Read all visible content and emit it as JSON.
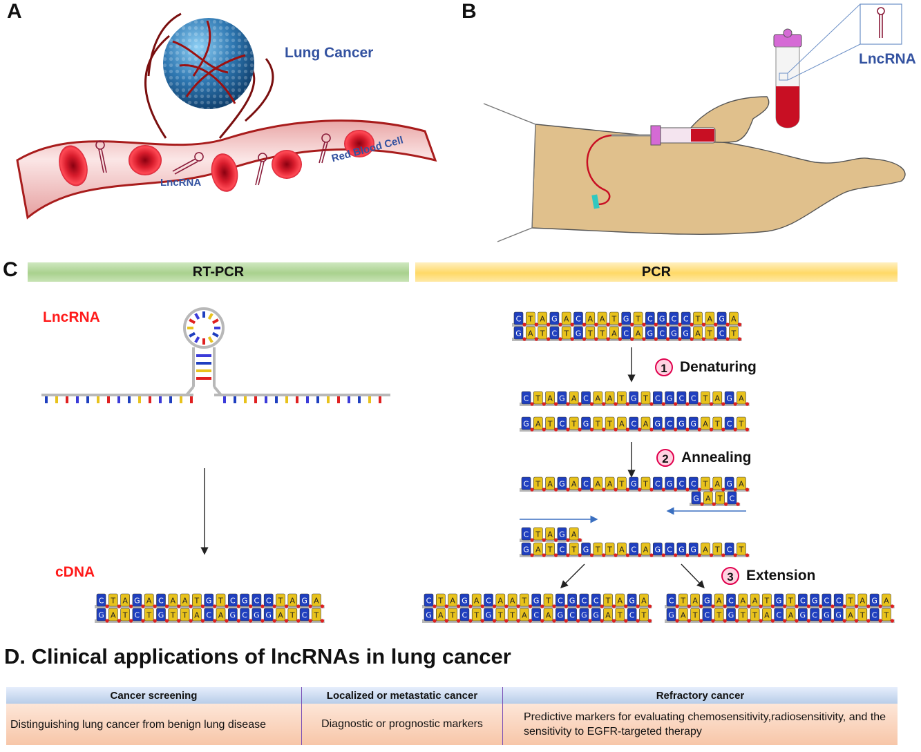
{
  "panels": {
    "a": {
      "letter": "A",
      "lung_cancer_label": "Lung Cancer",
      "lncrna_label": "LncRNA",
      "rbc_label": "Red Blood Cell"
    },
    "b": {
      "letter": "B",
      "lncrna_label": "LncRNA"
    },
    "c": {
      "letter": "C",
      "rt_pcr_label": "RT-PCR",
      "pcr_label": "PCR",
      "lncrna_label": "LncRNA",
      "cdna_label": "cDNA",
      "steps": [
        {
          "num": "1",
          "label": "Denaturing"
        },
        {
          "num": "2",
          "label": "Annealing"
        },
        {
          "num": "3",
          "label": "Extension"
        }
      ],
      "top_strand": [
        "C",
        "T",
        "A",
        "G",
        "A",
        "C",
        "A",
        "A",
        "T",
        "G",
        "T",
        "C",
        "G",
        "C",
        "C",
        "T",
        "A",
        "G",
        "A"
      ],
      "bottom_strand": [
        "G",
        "A",
        "T",
        "C",
        "T",
        "G",
        "T",
        "T",
        "A",
        "C",
        "A",
        "G",
        "C",
        "G",
        "G",
        "A",
        "T",
        "C",
        "T"
      ],
      "primer_right": [
        "G",
        "A",
        "T",
        "C"
      ],
      "primer_left": [
        "C",
        "T",
        "A",
        "G",
        "A"
      ]
    },
    "d": {
      "title": "D. Clinical applications of lncRNAs in lung cancer",
      "headers": [
        "Cancer screening",
        "Localized or metastatic cancer",
        "Refractory cancer"
      ],
      "cells": [
        "Distinguishing lung cancer from benign lung disease",
        "Diagnostic or prognostic markers",
        "Predictive markers for evaluating chemosensitivity,radiosensitivity, and the sensitivity to EGFR-targeted therapy"
      ]
    }
  },
  "colors": {
    "base_blue": "#1f3fbf",
    "base_yellow": "#e8c21c",
    "base_red": "#e02020",
    "backbone": "#b8b8b8",
    "blood": "#c80f23",
    "vessel": "#f6d3d3",
    "tumor": "#2f78b2",
    "title_blue": "#3352a0"
  }
}
